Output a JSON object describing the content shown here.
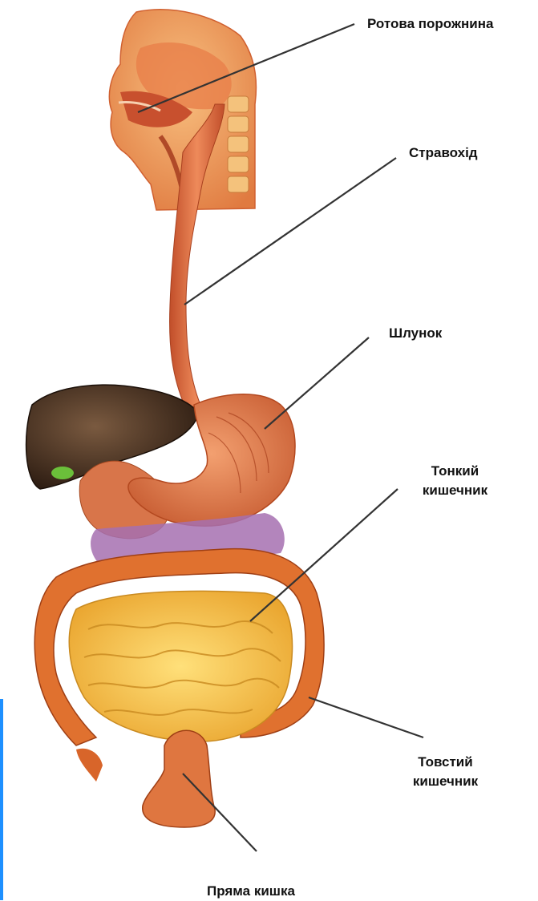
{
  "labels": {
    "mouth": "Ротова порожнина",
    "esophagus": "Стравохід",
    "stomach": "Шлунок",
    "small_intestine": [
      "Тонкий",
      "кишечник"
    ],
    "large_intestine": [
      "Товстий",
      "кишечник"
    ],
    "rectum": "Пряма кишка"
  },
  "colors": {
    "head": "#f0a060",
    "tissue": "#e06a3a",
    "esophagus": "#d9603a",
    "liver": "#4a3020",
    "stomach": "#e27b4f",
    "small_intestine": "#f6c14a",
    "large_intestine": "#e0712f",
    "transverse_colon_fold": "#a670b0",
    "gallbladder": "#6bbf3a",
    "leader_line": "#333333",
    "edge_accent": "#1e90ff"
  }
}
